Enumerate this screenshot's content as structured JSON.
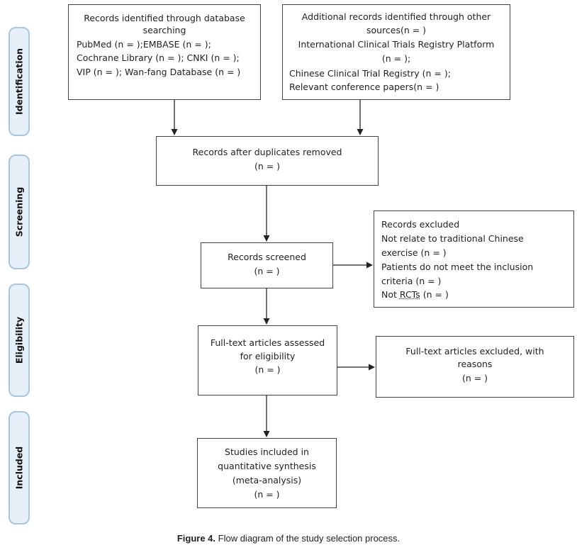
{
  "phases": {
    "identification": "Identification",
    "screening": "Screening",
    "eligibility": "Eligibility",
    "included": "Included"
  },
  "boxes": {
    "database": {
      "title_1": "Records identified through database",
      "title_2": "searching",
      "line_1": "PubMed (n = );EMBASE (n = );",
      "line_2": "Cochrane Library (n = ); CNKI (n = );",
      "line_3": "VIP (n = ); Wan-fang Database (n = )"
    },
    "other_sources": {
      "line_1": "Additional records identified through other",
      "line_2": "sources(n = )",
      "line_3": "International Clinical Trials Registry Platform",
      "line_4": "(n = );",
      "line_5": "Chinese Clinical Trial Registry (n = );",
      "line_6": "Relevant conference papers(n = )"
    },
    "duplicates": {
      "line_1": "Records after duplicates removed",
      "line_2": "(n = )"
    },
    "screened": {
      "line_1": "Records screened",
      "line_2": "(n = )"
    },
    "excluded": {
      "line_1": "Records excluded",
      "line_2": "Not relate to traditional Chinese",
      "line_3": "exercise (n = )",
      "line_4": "Patients do not meet the inclusion",
      "line_5": "criteria (n = )",
      "line_6a": "Not ",
      "line_6b": "RCTs",
      "line_6c": " (n = )"
    },
    "fulltext": {
      "line_1": "Full-text articles assessed",
      "line_2": "for eligibility",
      "line_3": "(n = )"
    },
    "fulltext_excluded": {
      "line_1": "Full-text articles excluded, with",
      "line_2": "reasons",
      "line_3": "(n = )"
    },
    "included": {
      "line_1": "Studies included in",
      "line_2": "quantitative synthesis",
      "line_3": "(meta-analysis)",
      "line_4": "(n = )"
    }
  },
  "caption": {
    "label": "Figure 4.",
    "text": " Flow diagram of the study selection process."
  }
}
